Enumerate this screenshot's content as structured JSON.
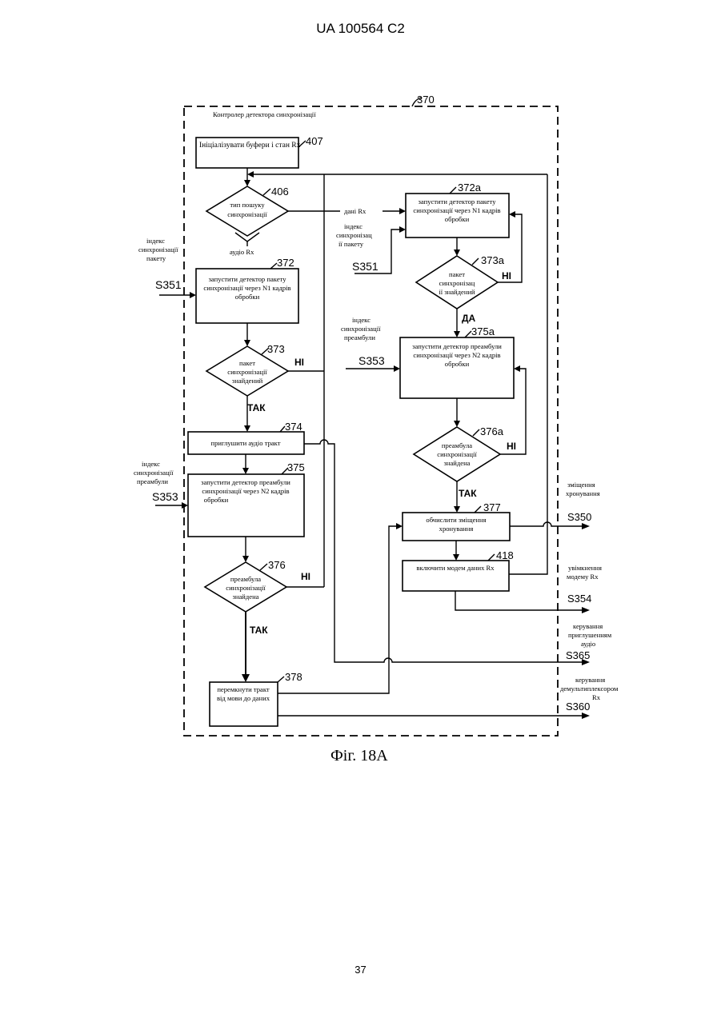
{
  "header": "UA   100564   C2",
  "page_number": "37",
  "figure_caption": "Фіг. 18А",
  "controller": {
    "ref": "370",
    "title": "Контролер детектора синхронізації"
  },
  "boxes": {
    "b407": {
      "ref": "407",
      "lines": [
        "Ініціалізувати буфери і стан Rx"
      ]
    },
    "b372": {
      "ref": "372",
      "lines": [
        "запустити детектор пакету",
        "синхронізації через N1 кадрів",
        "обробки"
      ]
    },
    "b374": {
      "ref": "374",
      "lines": [
        "приглушити аудіо тракт"
      ]
    },
    "b375": {
      "ref": "375",
      "lines": [
        "запустити детектор преамбули",
        "синхронізації через N2 кадрів",
        "обробки"
      ]
    },
    "b378": {
      "ref": "378",
      "lines": [
        "перемкнути тракт",
        "від мови до даних"
      ]
    },
    "b372a": {
      "ref": "372a",
      "lines": [
        "запустити детектор пакету",
        "синхронізації через N1 кадрів",
        "обробки"
      ]
    },
    "b375a": {
      "ref": "375a",
      "lines": [
        "запустити детектор преамбули",
        "синхронізації через N2 кадрів",
        "обробки"
      ]
    },
    "b377": {
      "ref": "377",
      "lines": [
        "обчислити зміщення",
        "хронування"
      ]
    },
    "b418": {
      "ref": "418",
      "lines": [
        "включити модем даних Rx"
      ]
    }
  },
  "diamonds": {
    "d406": {
      "ref": "406",
      "lines": [
        "тип пошуку",
        "синхронізації"
      ]
    },
    "d373": {
      "ref": "373",
      "lines": [
        "пакет",
        "синхронізації",
        "знайдений"
      ]
    },
    "d376": {
      "ref": "376",
      "lines": [
        "преамбула",
        "синхронізації",
        "знайдена"
      ]
    },
    "d373a": {
      "ref": "373a",
      "lines": [
        "пакет",
        "синхронізац",
        "ії знайдений"
      ]
    },
    "d376a": {
      "ref": "376a",
      "lines": [
        "преамбула",
        "синхронізації",
        "знайдена"
      ]
    }
  },
  "branch_labels": {
    "audio_rx": "аудіо Rx",
    "data_rx": "дані Rx",
    "yes_tak": "ТАК",
    "yes_da": "ДА",
    "no": "НІ",
    "no_alt": "НІ"
  },
  "inputs": {
    "s351_left": {
      "signal": "S351",
      "lines": [
        "індекс",
        "синхронізації",
        "пакету"
      ]
    },
    "s353_left": {
      "signal": "S353",
      "lines": [
        "індекс",
        "синхронізації",
        "преамбули"
      ]
    },
    "s351_right": {
      "signal": "S351",
      "lines": [
        "індекс",
        "синхронізац",
        "ії пакету"
      ]
    },
    "s353_right": {
      "signal": "S353",
      "lines": [
        "індекс",
        "синхронізації",
        "преамбули"
      ]
    }
  },
  "outputs": {
    "s350": {
      "signal": "S350",
      "lines": [
        "зміщення",
        "хронування"
      ]
    },
    "s354": {
      "signal": "S354",
      "lines": [
        "увімкнення",
        "модему Rx"
      ]
    },
    "s365": {
      "signal": "S365",
      "lines": [
        "керування",
        "приглушенням",
        "аудіо"
      ]
    },
    "s360": {
      "signal": "S360",
      "lines": [
        "керування",
        "демультиплексором",
        "Rx"
      ]
    }
  }
}
